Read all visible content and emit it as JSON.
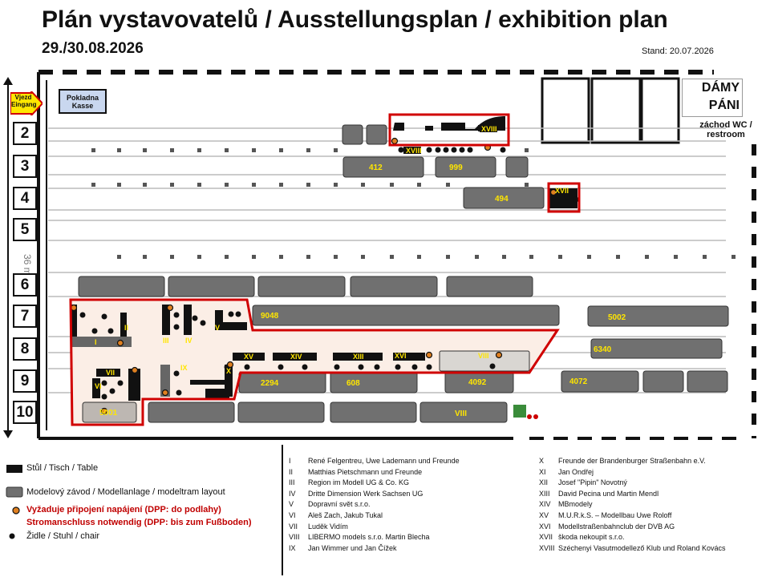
{
  "header": {
    "title": "Plán vystavovatelů / Ausstellungsplan / exhibition plan",
    "date": "29./30.08.2026",
    "stand": "Stand: 20.07.2026"
  },
  "entrance": {
    "label": "Vjezd Eingang",
    "cashier": "Pokladna Kasse"
  },
  "restroom": {
    "sign": "DÁMY PÁNI",
    "label": "záchod WC / restroom"
  },
  "rows": [
    "2",
    "3",
    "4",
    "5",
    "6",
    "7",
    "8",
    "9",
    "10"
  ],
  "row_side_text": "36 m",
  "layout_labels": [
    "412",
    "999",
    "494",
    "9048",
    "5002",
    "6340",
    "2294",
    "608",
    "4092",
    "4072",
    "5001",
    "VIII"
  ],
  "exhibitor_marks": [
    "I",
    "II",
    "III",
    "IV",
    "V",
    "VI",
    "VII",
    "VIII",
    "IX",
    "X",
    "XV",
    "XIV",
    "XIII",
    "XVI",
    "XVII",
    "XVIII"
  ],
  "legend": {
    "table": "Stůl / Tisch / Table",
    "layout": "Modelový závod / Modellanlage  / modeltram layout",
    "power_line1": "Vyžaduje připojení  napájení  (DPP: do podlahy)",
    "power_line2": "Stromanschluss  notwendig (DPP: bis zum Fußboden)",
    "chair": "Židle / Stuhl / chair"
  },
  "exhibitors_left": [
    {
      "num": "I",
      "name": "René Felgentreu, Uwe Lademann und Freunde"
    },
    {
      "num": "II",
      "name": "Matthias Pietschmann und Freunde"
    },
    {
      "num": "III",
      "name": "Region im Modell UG & Co. KG"
    },
    {
      "num": "IV",
      "name": "Dritte Dimension Werk Sachsen UG"
    },
    {
      "num": "V",
      "name": "Dopravní svět s.r.o."
    },
    {
      "num": "VI",
      "name": "Aleš Zach, Jakub Tukal"
    },
    {
      "num": "VII",
      "name": "Luděk Vidím"
    },
    {
      "num": "VIII",
      "name": "LIBERMO models s.r.o.  Martin Blecha"
    },
    {
      "num": "IX",
      "name": "Jan Wimmer und Jan Čížek"
    }
  ],
  "exhibitors_right": [
    {
      "num": "X",
      "name": "Freunde der Brandenburger Straßenbahn e.V."
    },
    {
      "num": "XI",
      "name": "Jan Ondřej"
    },
    {
      "num": "XII",
      "name": "Josef \"Pipin\" Novotný"
    },
    {
      "num": "XIII",
      "name": "David Pecina und Martin Mendl"
    },
    {
      "num": "XIV",
      "name": "MBmodely"
    },
    {
      "num": "XV",
      "name": "M.U.R.k.S. – Modellbau Uwe Roloff"
    },
    {
      "num": "XVI",
      "name": "Modellstraßenbahnclub der DVB AG"
    },
    {
      "num": "XVII",
      "name": "škoda nekoupit s.r.o."
    },
    {
      "num": "XVIII",
      "name": "Széchenyi Vasutmodellező Klub und Roland Kovács"
    }
  ],
  "colors": {
    "layout": "#6b6b6b",
    "table": "#111111",
    "power": "#e08020",
    "highlight": "#d00000",
    "entrance": "#ffe600"
  }
}
